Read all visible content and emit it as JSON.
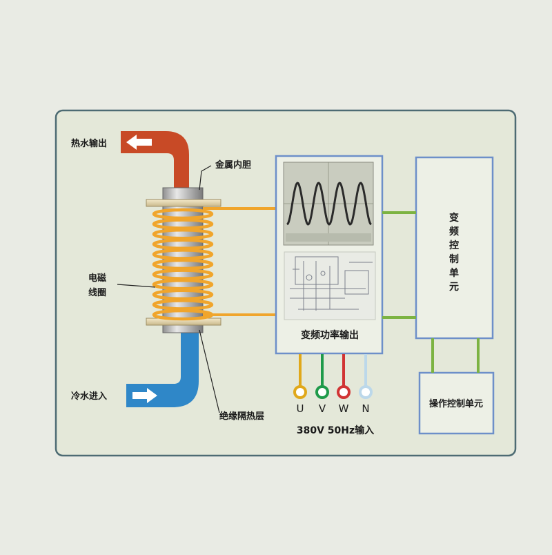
{
  "labels": {
    "hot_water_out": "热水输出",
    "metal_liner": "金属内胆",
    "coil_line1": "电磁",
    "coil_line2": "线圈",
    "cold_water_in": "冷水进入",
    "insulation": "绝缘隔热层",
    "power_output": "变频功率输出",
    "freq_control": "变频控制单元",
    "operation_control": "操作控制单元",
    "input_spec": "380V 50Hz输入"
  },
  "phases": [
    {
      "name": "U",
      "color": "#e0a81a"
    },
    {
      "name": "V",
      "color": "#1f9a4a"
    },
    {
      "name": "W",
      "color": "#d13434"
    },
    {
      "name": "N",
      "color": "#bcd8ea"
    }
  ],
  "colors": {
    "hot_pipe": "#c84a26",
    "cold_pipe": "#2f87c8",
    "coil": "#f0a52c",
    "unit_border": "#6d8fc9",
    "link": "#7cb342",
    "panel_bg": "#e4e8d9",
    "panel_border": "#4d6b73"
  }
}
